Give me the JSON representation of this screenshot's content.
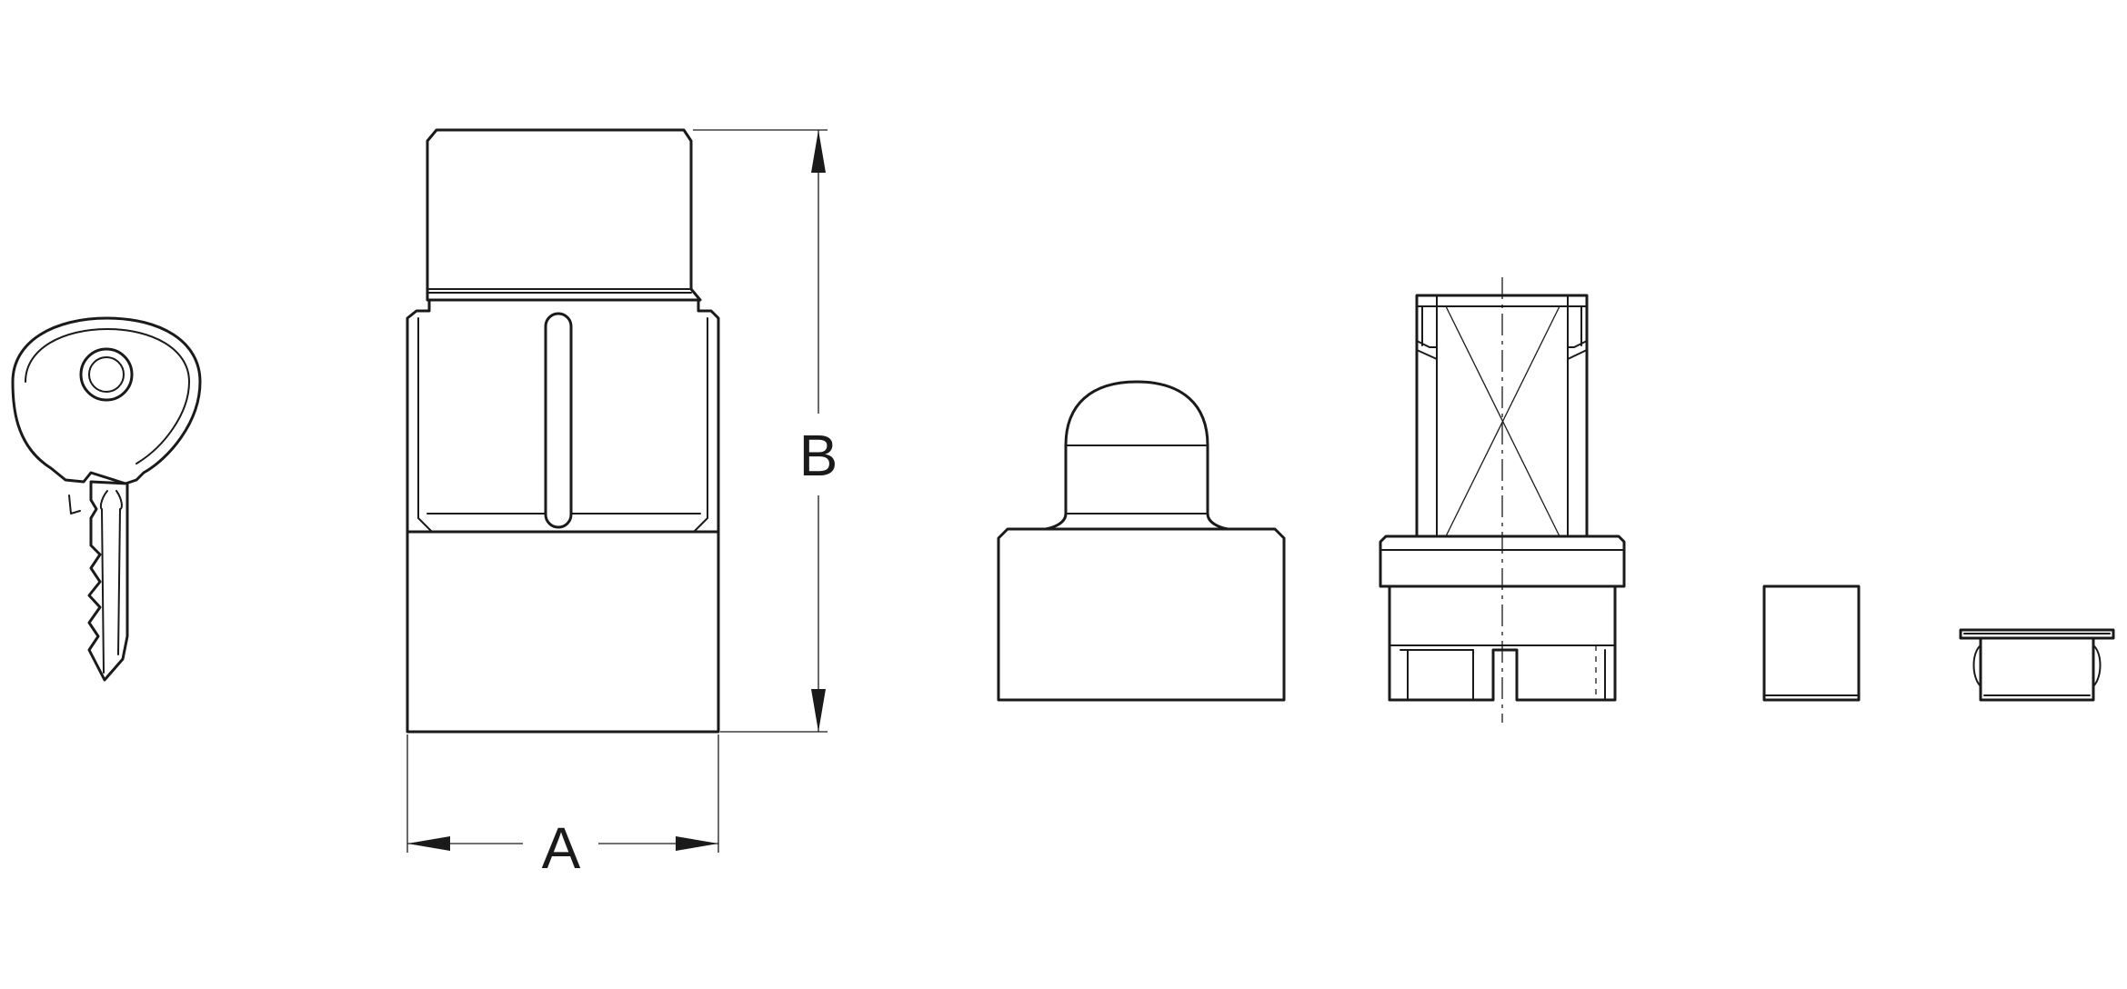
{
  "drawing": {
    "dimensions": {
      "width": {
        "label": "A"
      },
      "height": {
        "label": "B"
      }
    },
    "parts": [
      {
        "name": "key",
        "icon": "key-icon"
      },
      {
        "name": "lock-cylinder-assembly"
      },
      {
        "name": "cap-nut"
      },
      {
        "name": "lock-body-cutaway"
      },
      {
        "name": "spacer-sleeve"
      },
      {
        "name": "dust-cap"
      }
    ]
  }
}
